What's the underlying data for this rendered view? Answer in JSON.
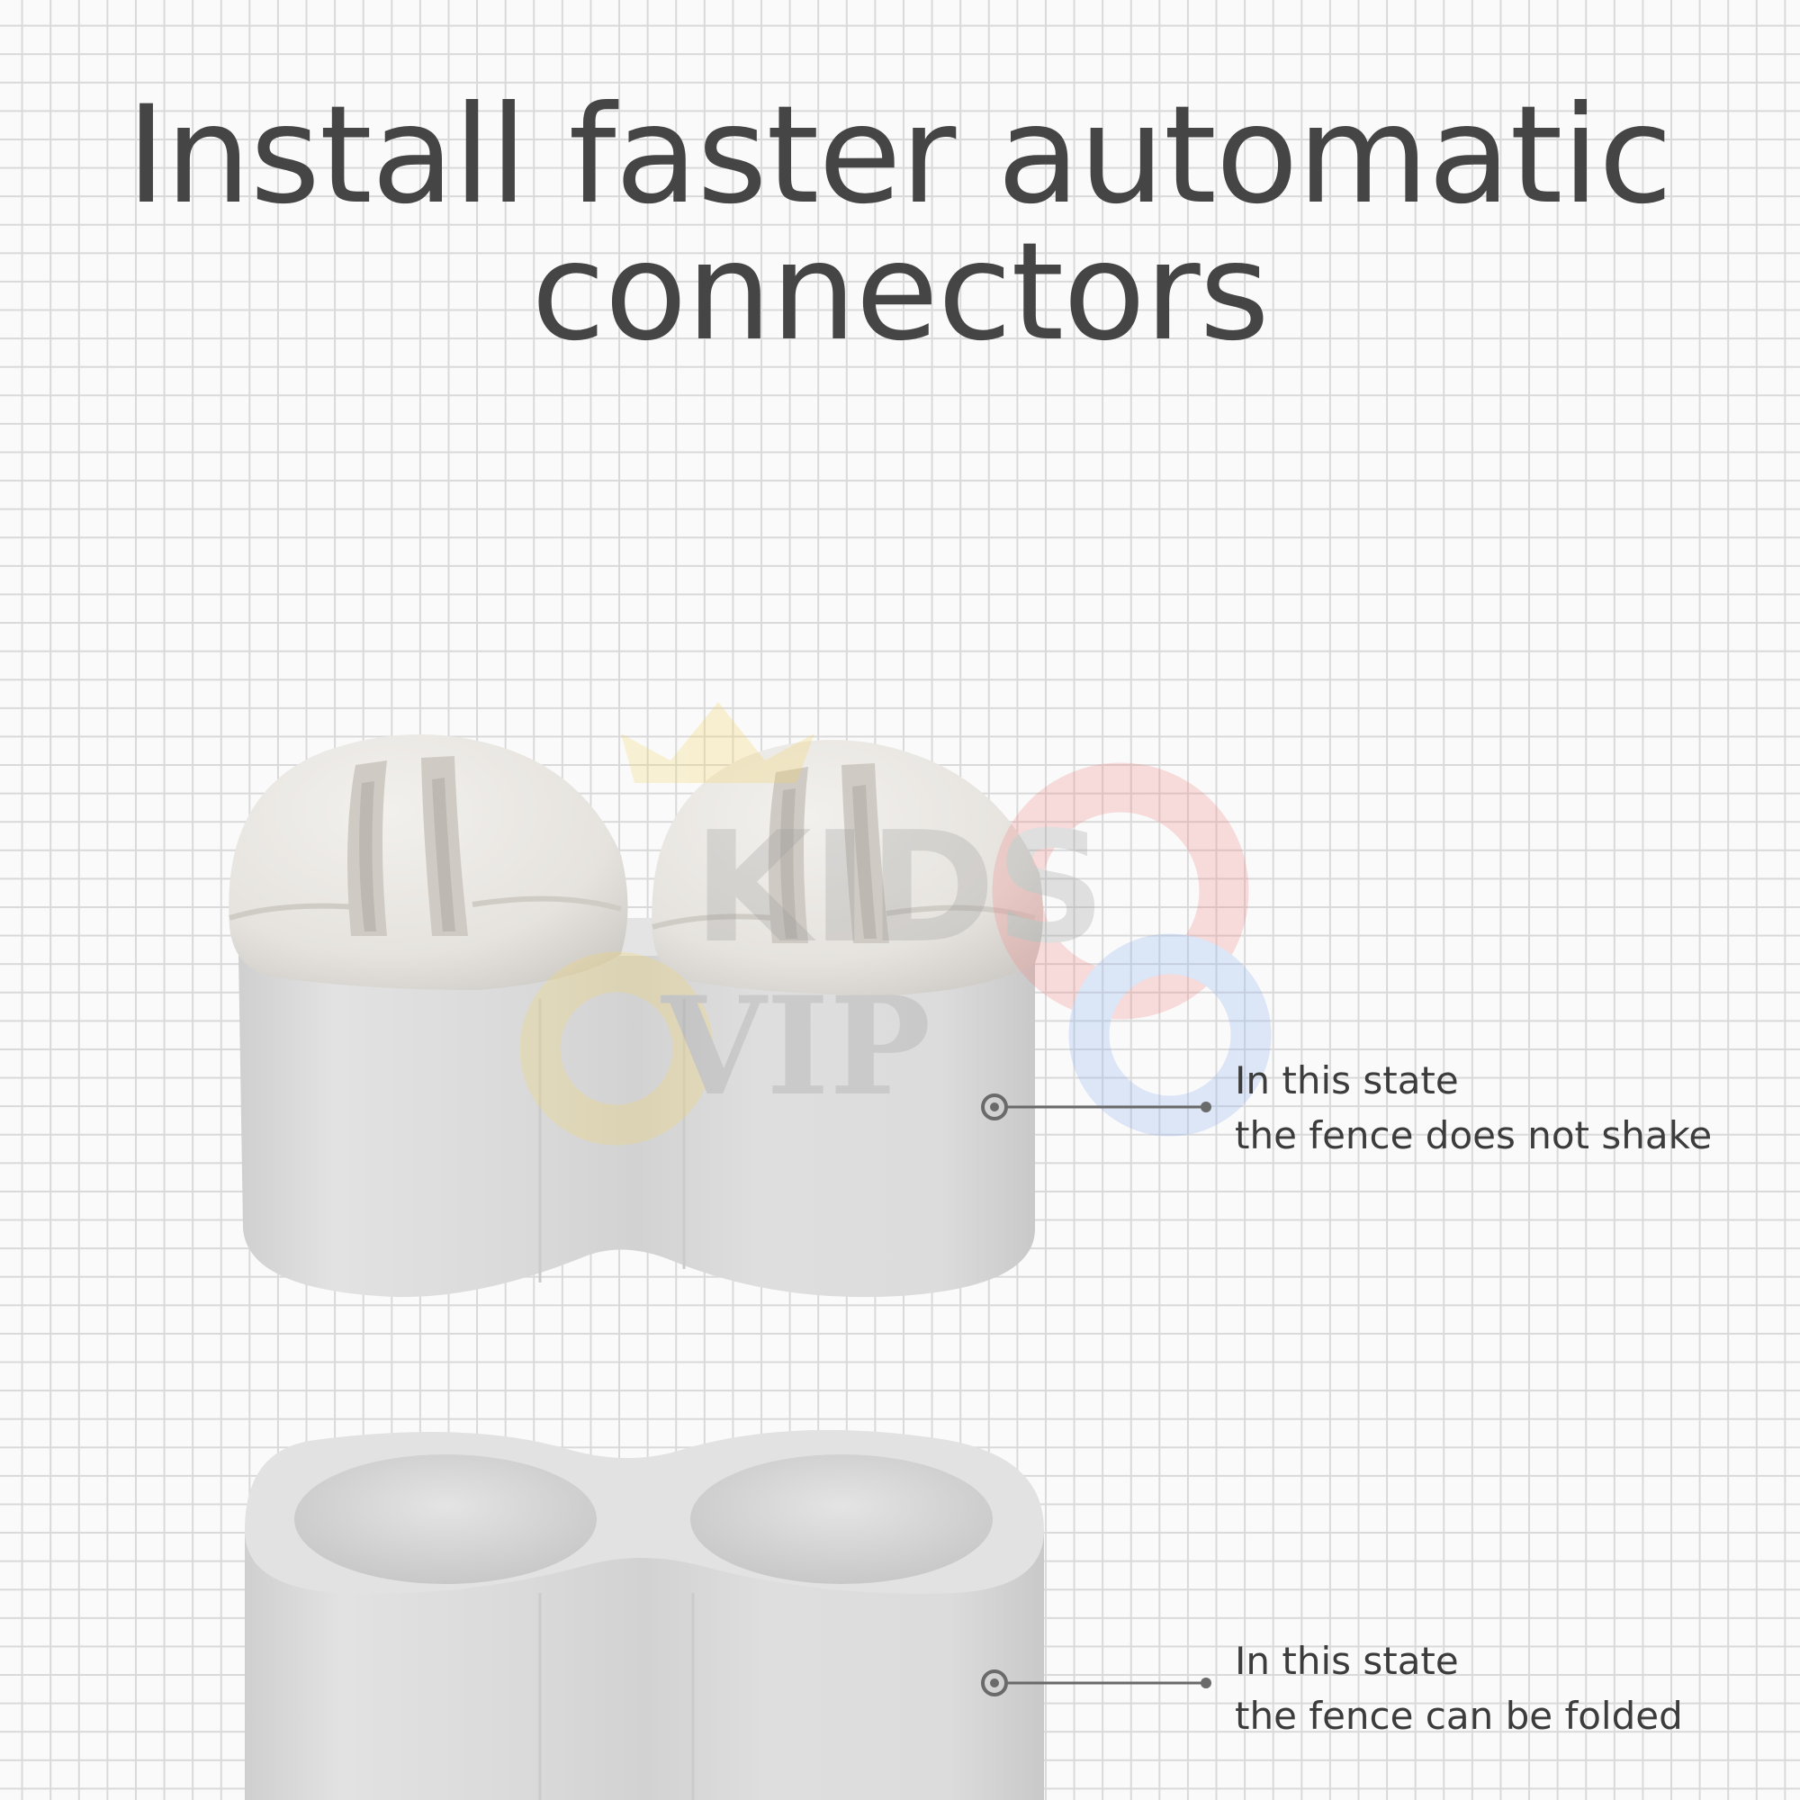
{
  "title": {
    "line1": "Install faster automatic",
    "line2": "connectors"
  },
  "callouts": [
    {
      "line1": "In this state",
      "line2": "the fence does not shake"
    },
    {
      "line1": "In this state",
      "line2": "the fence can be folded"
    }
  ],
  "watermark": {
    "text_top": "KIDS",
    "text_bottom": "VIP"
  },
  "colors": {
    "title": "#454545",
    "callout_text": "#3c3c3c",
    "leader_line": "#6a6a6a",
    "connector_body": "#dcdcdc",
    "connector_top": "#ebe8e3",
    "grid_line": "#d9d9d9",
    "background": "#fafafa"
  }
}
